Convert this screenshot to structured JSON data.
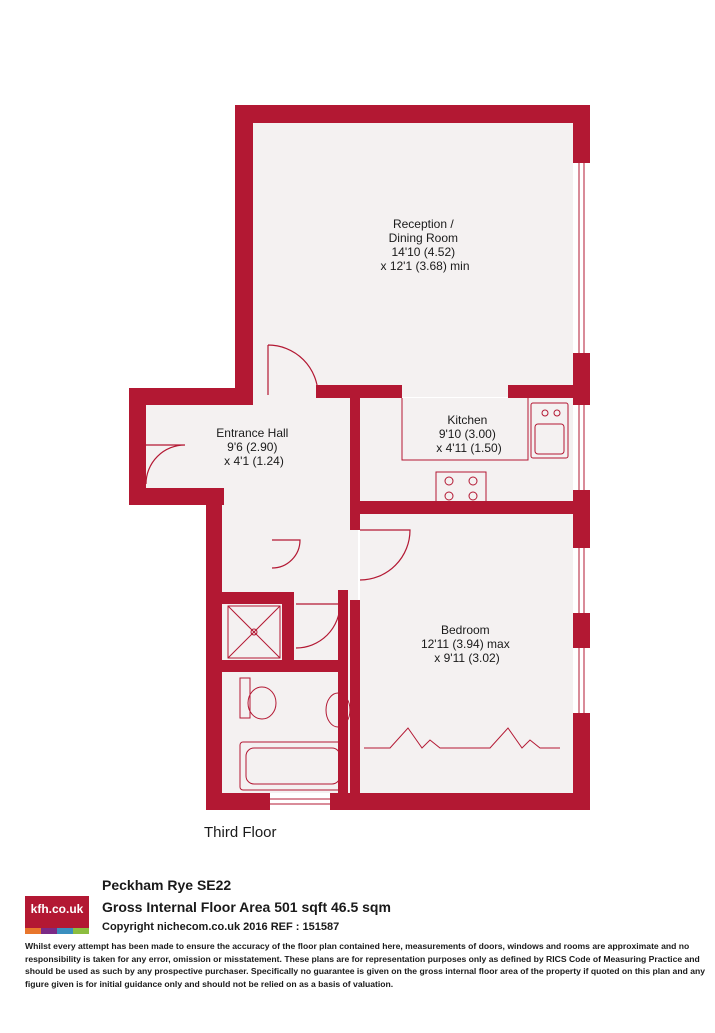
{
  "plan": {
    "floor_label": "Third Floor",
    "wall_color": "#b31833",
    "floor_color": "#f4f1f1",
    "rooms": [
      {
        "id": "reception",
        "lines": [
          "Reception /",
          "Dining Room",
          "14'10 (4.52)",
          "x 12'1 (3.68) min"
        ]
      },
      {
        "id": "kitchen",
        "lines": [
          "Kitchen",
          "9'10 (3.00)",
          "x 4'11 (1.50)"
        ]
      },
      {
        "id": "entrance-hall",
        "lines": [
          "Entrance Hall",
          "9'6 (2.90)",
          "x 4'1 (1.24)"
        ]
      },
      {
        "id": "bedroom",
        "lines": [
          "Bedroom",
          "12'11 (3.94) max",
          "x 9'11 (3.02)"
        ]
      }
    ]
  },
  "footer": {
    "logo_text": "kfh.co.uk",
    "logo_colors": [
      "#e8762c",
      "#7b2a86",
      "#3a8fbf",
      "#8cbd3f"
    ],
    "property": "Peckham Rye SE22",
    "area": "Gross Internal Floor Area 501 sqft 46.5 sqm",
    "copyright": "Copyright nichecom.co.uk 2016 REF : 151587",
    "disclaimer": "Whilst every attempt has been made to ensure the accuracy of the floor plan contained here, measurements of doors, windows and rooms are approximate and no responsibility is taken for any error, omission or misstatement.  These plans are for representation purposes only as defined by RICS Code of Measuring Practice and should be used as such by any prospective purchaser.  Specifically no guarantee is given on the gross internal floor area of the property if quoted on this plan and any figure given is for initial guidance only and should not be relied on as a basis of valuation."
  }
}
